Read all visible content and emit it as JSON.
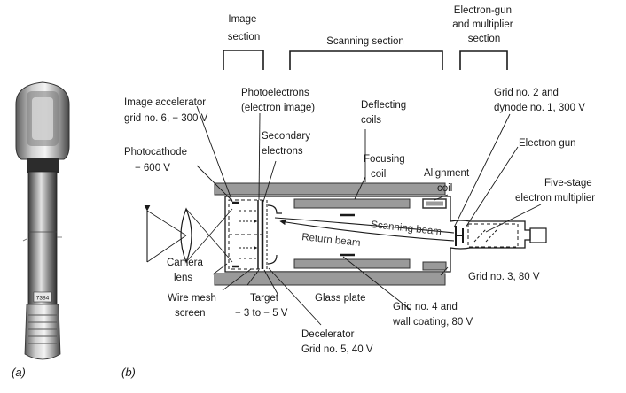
{
  "panels": {
    "a": "(a)",
    "b": "(b)"
  },
  "photo": {
    "tube_marking": "7384"
  },
  "sections": {
    "image": [
      "Image",
      "section"
    ],
    "scanning": [
      "Scanning section"
    ],
    "gun": [
      "Electron-gun",
      "and multiplier",
      "section"
    ]
  },
  "labels": {
    "image_accelerator": [
      "Image accelerator",
      "grid no. 6, − 300 V"
    ],
    "photoelectrons": [
      "Photoelectrons",
      "(electron image)"
    ],
    "deflecting_coils": [
      "Deflecting",
      "coils"
    ],
    "grid2": [
      "Grid no. 2 and",
      "dynode no. 1, 300 V"
    ],
    "photocathode": [
      "Photocathode",
      "− 600 V"
    ],
    "secondary_electrons": [
      "Secondary",
      "electrons"
    ],
    "focusing_coil": [
      "Focusing",
      "coil"
    ],
    "electron_gun": [
      "Electron gun"
    ],
    "alignment_coil": [
      "Alignment",
      "coil"
    ],
    "multiplier": [
      "Five-stage",
      "electron multiplier"
    ],
    "scanning_beam": [
      "Scanning beam"
    ],
    "return_beam": [
      "Return beam"
    ],
    "camera_lens": [
      "Camera",
      "lens"
    ],
    "grid3": [
      "Grid no. 3, 80 V"
    ],
    "wire_mesh": [
      "Wire mesh",
      "screen"
    ],
    "target": [
      "Target",
      "− 3 to − 5 V"
    ],
    "glass_plate": [
      "Glass plate"
    ],
    "grid4": [
      "Grid no. 4 and",
      "wall coating, 80 V"
    ],
    "decelerator": [
      "Decelerator",
      "Grid no. 5, 40 V"
    ]
  }
}
